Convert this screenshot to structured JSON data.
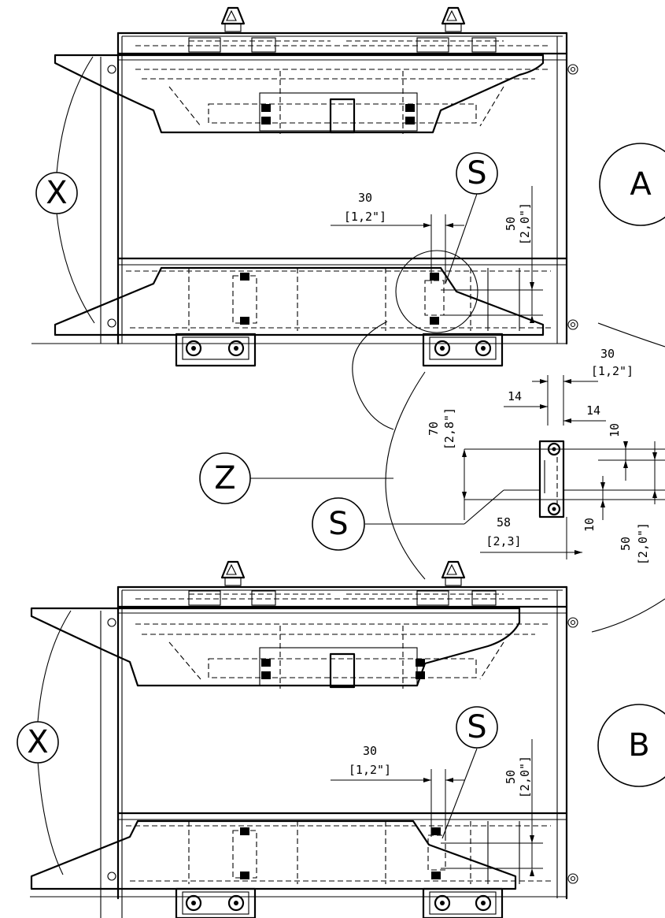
{
  "views": {
    "a": {
      "label": "A"
    },
    "b": {
      "label": "B"
    }
  },
  "callouts": {
    "x": "X",
    "s": "S",
    "z": "Z"
  },
  "dims": {
    "a_horiz": {
      "value": "30",
      "inch": "[1,2\"]"
    },
    "a_vert": {
      "value": "50",
      "inch": "[2,0\"]"
    },
    "b_horiz": {
      "value": "30",
      "inch": "[1,2\"]"
    },
    "b_vert": {
      "value": "50",
      "inch": "[2,0\"]"
    },
    "z_top": {
      "value": "30",
      "inch": "[1,2\"]"
    },
    "z_14a": {
      "value": "14"
    },
    "z_14b": {
      "value": "14"
    },
    "z_70": {
      "value": "70",
      "inch": "[2,8\"]"
    },
    "z_10a": {
      "value": "10"
    },
    "z_10b": {
      "value": "10"
    },
    "z_58": {
      "value": "58",
      "inch": "[2,3]"
    },
    "z_50": {
      "value": "50",
      "inch": "[2,0\"]"
    }
  }
}
